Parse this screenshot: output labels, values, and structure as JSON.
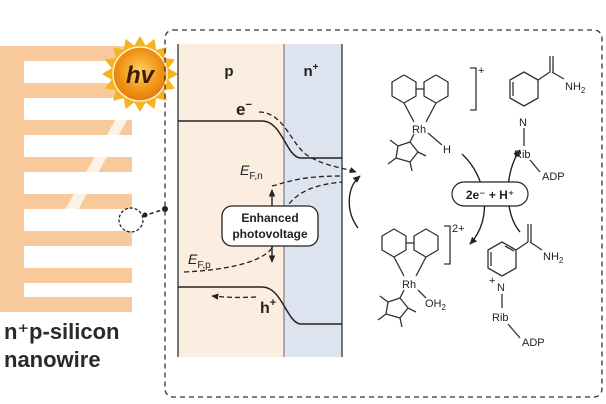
{
  "sun": {
    "label": "hv"
  },
  "junction": {
    "p_label": "p",
    "n_label": "n",
    "n_sup": "+",
    "electron": "e",
    "electron_sup": "−",
    "hole": "h",
    "hole_sup": "+",
    "ef_n": "E",
    "ef_n_sub": "F,n",
    "ef_p": "E",
    "ef_p_sub": "F,p",
    "enhanced_line1": "Enhanced",
    "enhanced_line2": "photovoltage"
  },
  "catalyst": {
    "top_charge": "+",
    "bottom_charge": "2+",
    "rh_top": "Rh",
    "h": "H",
    "rh_bottom": "Rh",
    "oh2": "OH",
    "oh2_sub": "2",
    "redox_label": "2e⁻ + H⁺"
  },
  "cofactor": {
    "nadh_nh2": "NH",
    "nadh_nh2_sub": "2",
    "nadh_n": "N",
    "nadh_rib": "Rib",
    "nadh_adp": "ADP",
    "nad_nh2": "NH",
    "nad_nh2_sub": "2",
    "nad_n": "N",
    "nad_plus": "+",
    "nad_rib": "Rib",
    "nad_adp": "ADP"
  },
  "caption": {
    "line1": "n⁺p-silicon",
    "line2": "nanowire"
  },
  "colors": {
    "wire": "#f7c99b",
    "p_region": "#fbeee0",
    "n_region": "#dde4ef",
    "sun_core": "#f08a0c",
    "sun_rays": "#f6b21f"
  }
}
